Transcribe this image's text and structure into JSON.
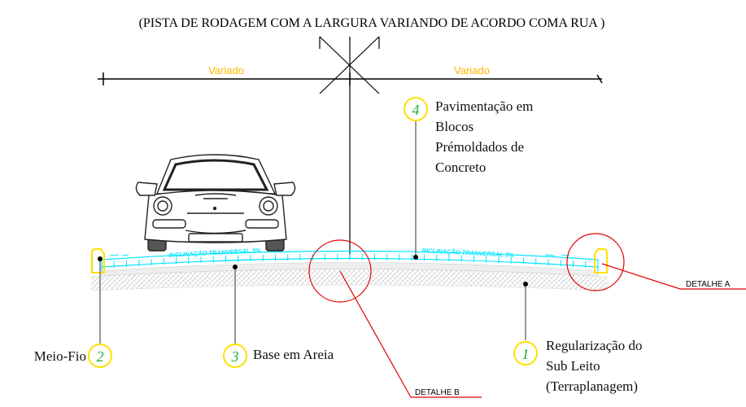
{
  "title": "(PISTA DE RODAGEM COM A LARGURA VARIANDO DE ACORDO COMA  RUA )",
  "dimensions": {
    "left": "Variado",
    "right": "Variado"
  },
  "slope_labels": {
    "left": "INCLINAÇÃO TRANVERSAL 3%",
    "right": "INCLINAÇÃO TRANVERSAL 3%"
  },
  "callouts": [
    {
      "number": "1",
      "lines": [
        "Regularização do",
        "Sub Leito",
        "(Terraplanagem)"
      ]
    },
    {
      "number": "2",
      "lines": [
        "Meio-Fio"
      ]
    },
    {
      "number": "3",
      "lines": [
        "Base em Areia"
      ]
    },
    {
      "number": "4",
      "lines": [
        "Pavimentação em",
        "Blocos",
        "Prémoldados de",
        "Concreto"
      ]
    }
  ],
  "details": {
    "a": "DETALHE A",
    "b": "DETALHE B"
  },
  "colors": {
    "cyan": "#00e5ff",
    "yellow": "#ffe000",
    "orange": "#ffb400",
    "red": "#e00000",
    "green": "#1fae3a",
    "black": "#000000"
  }
}
